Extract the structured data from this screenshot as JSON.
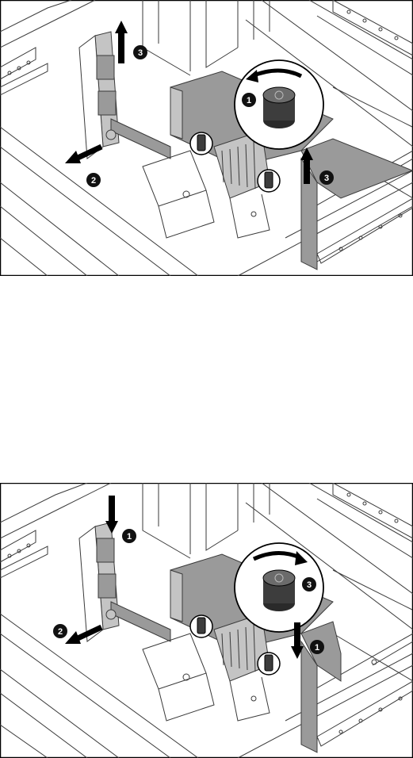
{
  "colors": {
    "frame": "#000000",
    "line": "#3a3a3a",
    "light_line": "#8a8a8a",
    "metal": "#9a9a9a",
    "metal_light": "#c4c4c4",
    "knob": "#3d3d3d",
    "callout": "#111111",
    "background": "#ffffff"
  },
  "panels": [
    {
      "id": "removal",
      "callouts": [
        {
          "label": "1",
          "icon": "rotate-counterclockwise-icon"
        },
        {
          "label": "2",
          "icon": "arrow-out-icon"
        },
        {
          "label": "3",
          "icon": "arrow-up-icon"
        },
        {
          "label": "3",
          "icon": "arrow-up-icon"
        }
      ]
    },
    {
      "id": "installation",
      "callouts": [
        {
          "label": "1",
          "icon": "arrow-down-icon"
        },
        {
          "label": "2",
          "icon": "arrow-out-icon"
        },
        {
          "label": "3",
          "icon": "rotate-clockwise-icon"
        },
        {
          "label": "1",
          "icon": "arrow-down-icon"
        }
      ]
    }
  ]
}
